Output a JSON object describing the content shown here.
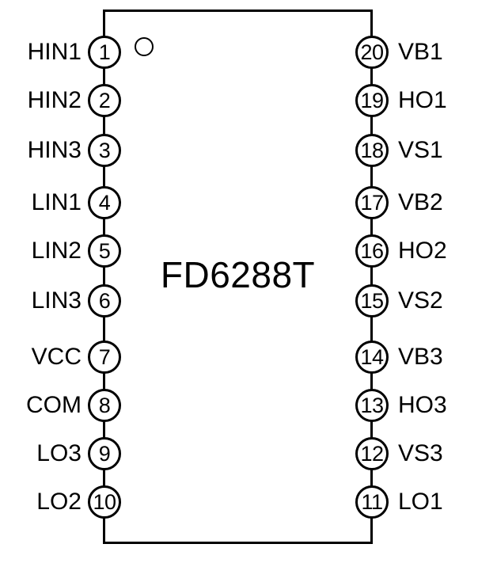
{
  "chip": {
    "title": "FD6288T"
  },
  "pins": {
    "left": [
      {
        "number": "1",
        "label": "HIN1"
      },
      {
        "number": "2",
        "label": "HIN2"
      },
      {
        "number": "3",
        "label": "HIN3"
      },
      {
        "number": "4",
        "label": "LIN1"
      },
      {
        "number": "5",
        "label": "LIN2"
      },
      {
        "number": "6",
        "label": "LIN3"
      },
      {
        "number": "7",
        "label": "VCC"
      },
      {
        "number": "8",
        "label": "COM"
      },
      {
        "number": "9",
        "label": "LO3"
      },
      {
        "number": "10",
        "label": "LO2"
      }
    ],
    "right": [
      {
        "number": "20",
        "label": "VB1"
      },
      {
        "number": "19",
        "label": "HO1"
      },
      {
        "number": "18",
        "label": "VS1"
      },
      {
        "number": "17",
        "label": "VB2"
      },
      {
        "number": "16",
        "label": "HO2"
      },
      {
        "number": "15",
        "label": "VS2"
      },
      {
        "number": "14",
        "label": "VB3"
      },
      {
        "number": "13",
        "label": "HO3"
      },
      {
        "number": "12",
        "label": "VS3"
      },
      {
        "number": "11",
        "label": "LO1"
      }
    ]
  },
  "icons": {
    "pin1_indicator": "circle-outline"
  },
  "colors": {
    "line": "#000000",
    "text": "#000000",
    "background": "#ffffff"
  }
}
